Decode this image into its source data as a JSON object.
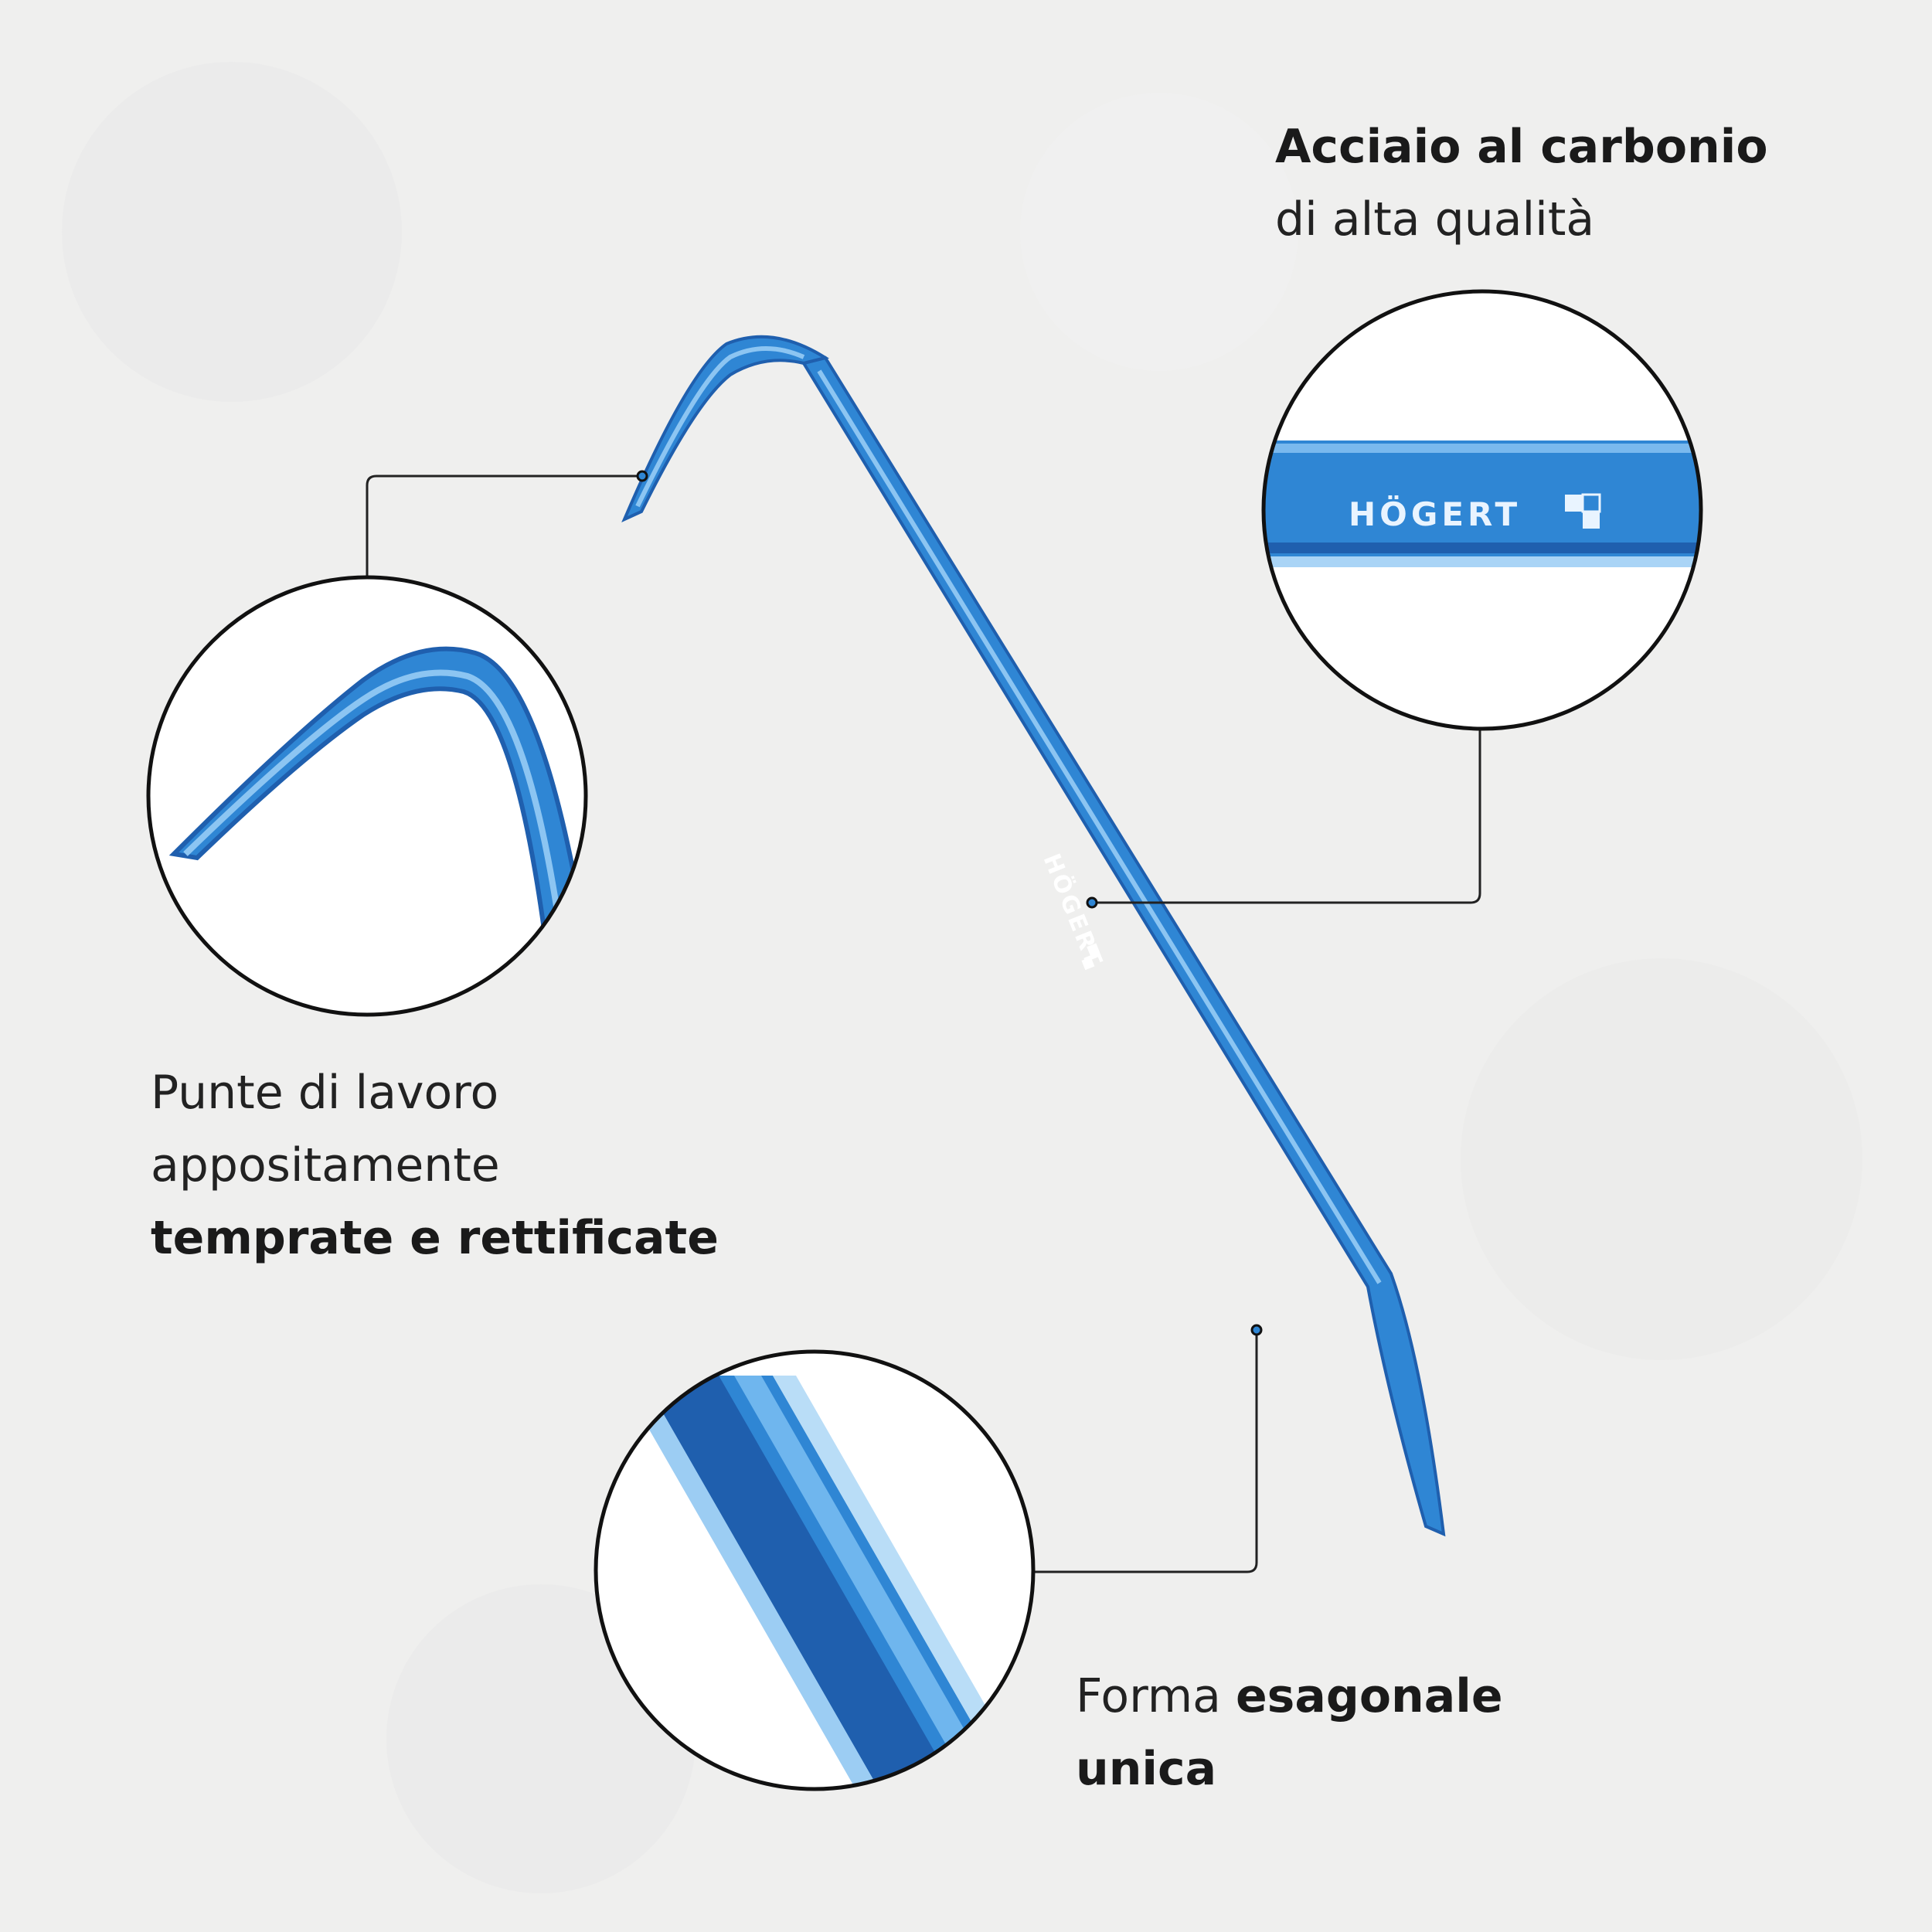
{
  "captions": {
    "steel": {
      "bold": "Acciaio al carbonio",
      "normal": "di alta qualità"
    },
    "tips": {
      "line1": "Punte di lavoro",
      "line2": "appositamente",
      "bold": "temprate e rettificate"
    },
    "hex": {
      "normal": "Forma ",
      "bold_1": "esagonale",
      "bold_2": "unica"
    }
  },
  "brand": {
    "logo_text": "HÖGERT"
  },
  "colors": {
    "background": "#efefee",
    "bar_blue": "#2f86d4",
    "bar_dark": "#1f5fae",
    "bar_light": "#6fb6ee",
    "line": "#222222"
  }
}
